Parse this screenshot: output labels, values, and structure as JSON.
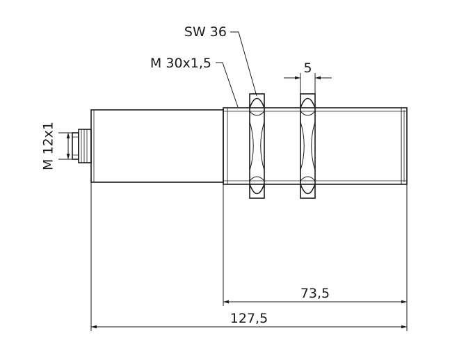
{
  "drawing": {
    "labels": {
      "wrench_size": "SW 36",
      "thread_main": "M 30x1,5",
      "thread_connector": "M 12x1"
    },
    "dimensions": {
      "nut_width": "5",
      "thread_length": "73,5",
      "total_length": "127,5"
    }
  }
}
